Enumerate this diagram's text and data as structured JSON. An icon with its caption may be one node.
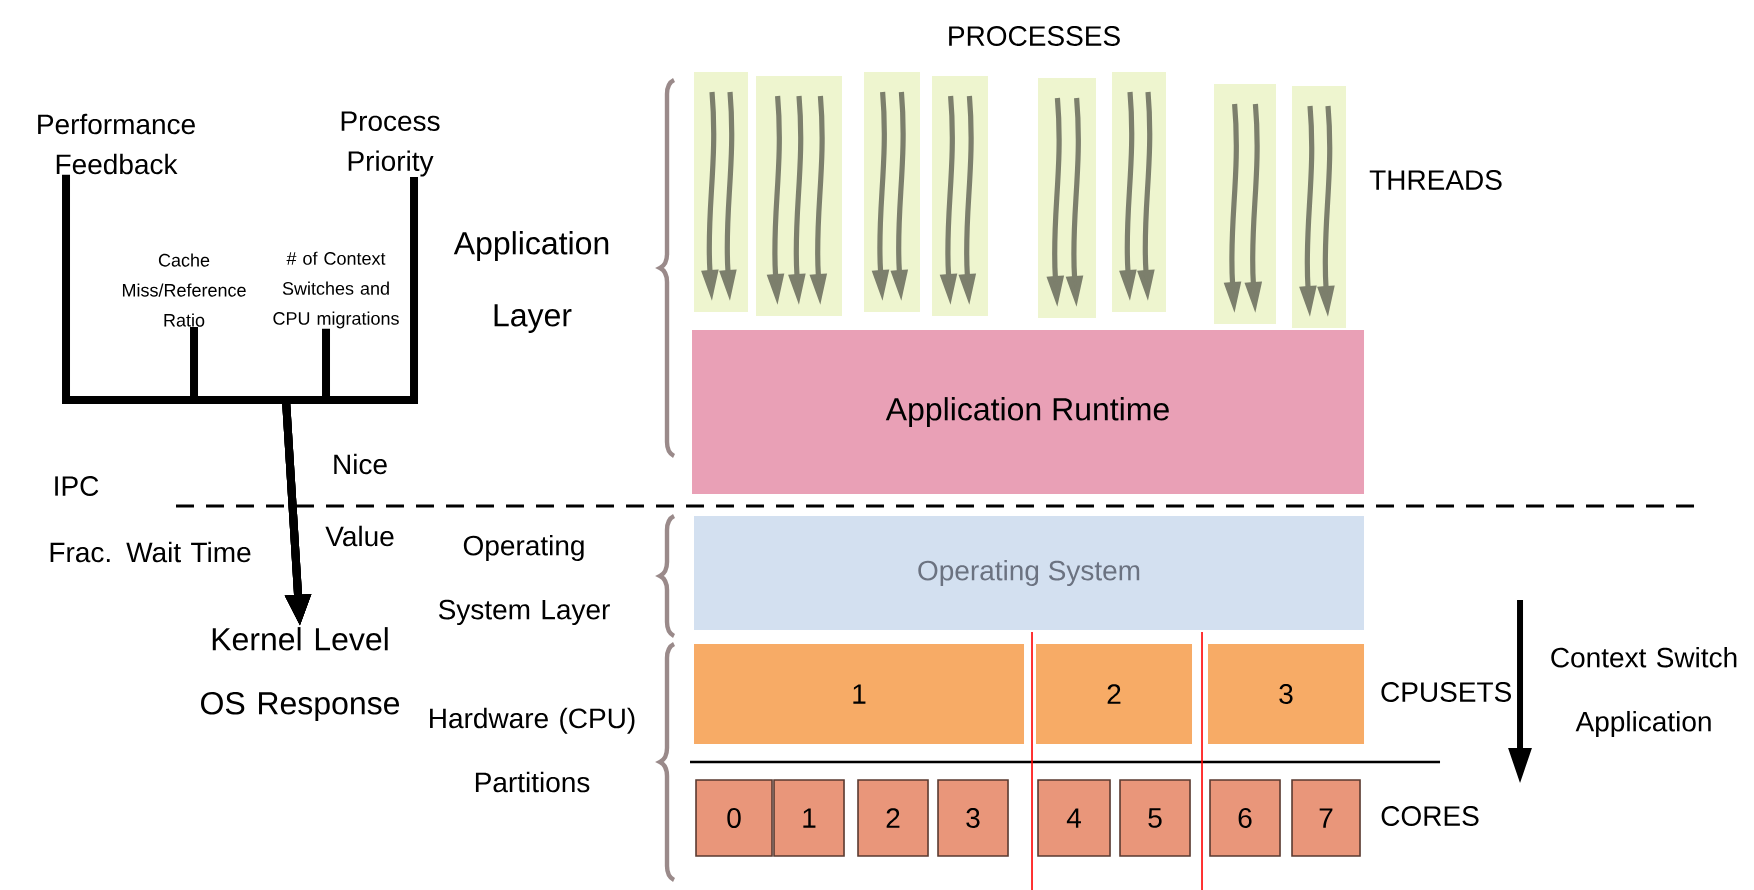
{
  "diagram": {
    "nodes": [
      {
        "text": [
          "Performance Feedback"
        ]
      },
      {
        "text": [
          "Process Priority"
        ]
      },
      {
        "text": [
          "Cache Miss/Reference Ratio"
        ]
      },
      {
        "text": [
          "# of Context Switches and CPU migrations"
        ]
      },
      {
        "text": [
          "Kernel Level OS Response"
        ]
      },
      {
        "text": [],
        "shape": "box"
      },
      {
        "text": [],
        "shape": "box"
      },
      {
        "text": [],
        "shape": "box"
      },
      {
        "text": [],
        "shape": "box"
      },
      {
        "text": [],
        "shape": "box"
      },
      {
        "text": [],
        "shape": "box"
      },
      {
        "text": [],
        "shape": "box"
      },
      {
        "text": [],
        "shape": "box"
      },
      {
        "text": [
          "Application Runtime"
        ]
      },
      {
        "text": [
          "Operating System"
        ]
      },
      {
        "text": [
          "1"
        ]
      },
      {
        "text": [
          "2"
        ]
      },
      {
        "text": [
          "3"
        ]
      },
      {
        "text": [
          "0"
        ]
      },
      {
        "text": [
          "1"
        ]
      },
      {
        "text": [
          "2"
        ]
      },
      {
        "text": [
          "3"
        ]
      },
      {
        "text": [
          "4"
        ]
      },
      {
        "text": [
          "5"
        ]
      },
      {
        "text": [
          "6"
        ]
      },
      {
        "text": [
          "7"
        ]
      }
    ],
    "edges": [
      {
        "from": 0,
        "to": 4,
        "arrow": "to"
      },
      {
        "from": 2,
        "to": 4,
        "arrow": "to"
      },
      {
        "from": 3,
        "to": 4,
        "arrow": "to"
      },
      {
        "from": 1,
        "to": 4,
        "arrow": "to"
      }
    ],
    "labels": [
      "PROCESSES",
      "THREADS",
      "Application Layer",
      "IPC",
      "Nice Value",
      "Frac. Wait Time",
      "Operating System Layer",
      "CPUSETS",
      "Context Switch Application",
      "Hardware (CPU) Partitions",
      "CORES"
    ]
  }
}
